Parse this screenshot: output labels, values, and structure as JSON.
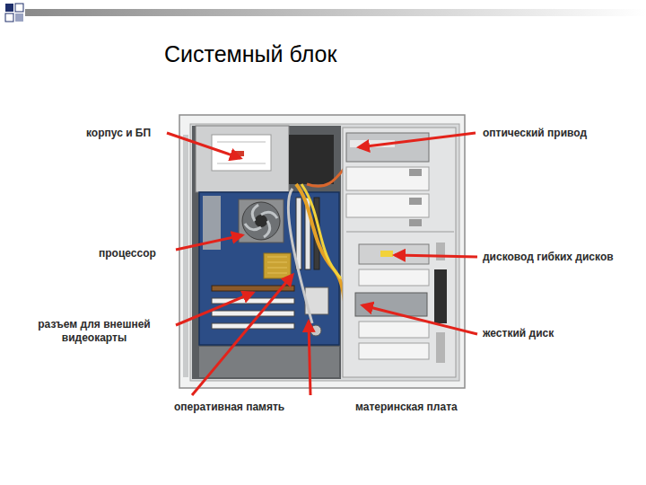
{
  "diagram": {
    "title": "Системный блок",
    "labels": [
      "корпус и БП",
      "оптический привод",
      "процессор",
      "дисковод гибких дисков",
      "разъем для внешней видеокарты",
      "жесткий диск",
      "оперативная память",
      "материнская плата"
    ]
  }
}
